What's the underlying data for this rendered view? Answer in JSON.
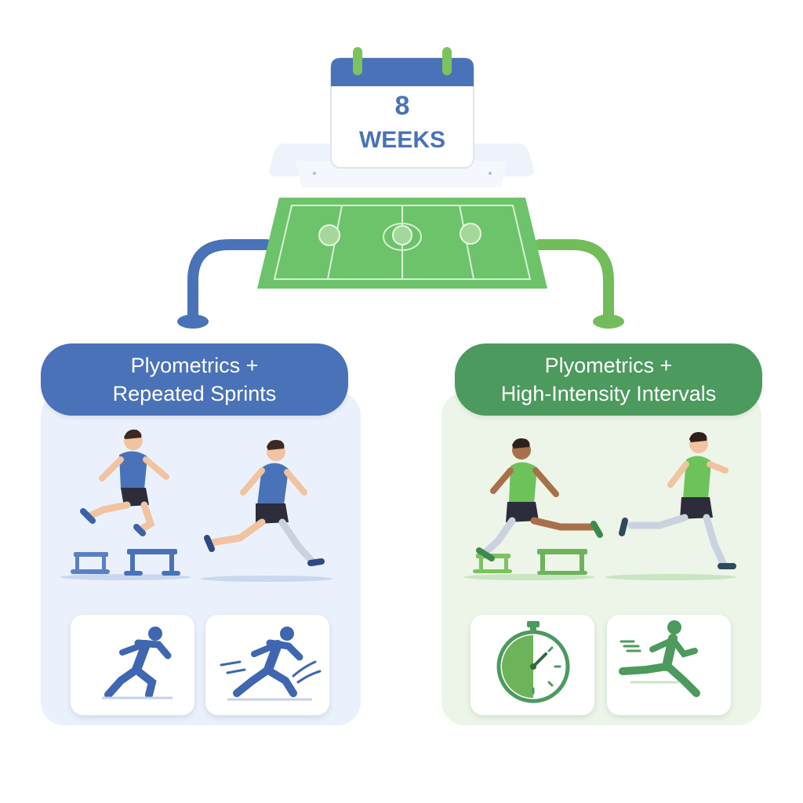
{
  "calendar": {
    "number": "8",
    "label": "WEEKS"
  },
  "groups": [
    {
      "title_line1": "Plyometrics +",
      "title_line2": "Repeated Sprints",
      "color": "#4a72b8",
      "panel_bg": "#eaf1fc",
      "cards": [
        {
          "icon": "sprinter-icon"
        },
        {
          "icon": "fast-sprint-icon"
        }
      ]
    },
    {
      "title_line1": "Plyometrics +",
      "title_line2": "High-Intensity Intervals",
      "color": "#4c9a5e",
      "panel_bg": "#ecf5e8",
      "cards": [
        {
          "icon": "stopwatch-icon"
        },
        {
          "icon": "interval-runner-icon"
        }
      ]
    }
  ],
  "colors": {
    "blue": "#4a72b8",
    "green": "#4c9a5e",
    "field_green": "#6cc36a"
  }
}
